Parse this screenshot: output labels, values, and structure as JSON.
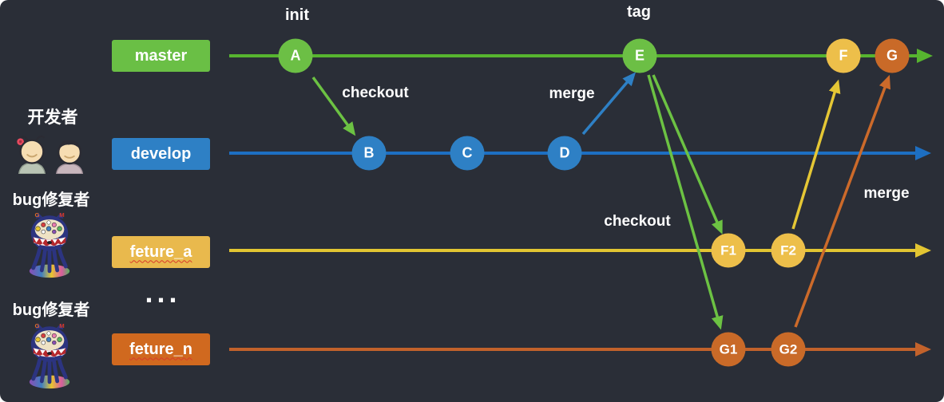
{
  "page": {
    "background": "#2a2e37"
  },
  "actors": {
    "developers": {
      "label": "开发者"
    },
    "bugfixer_a": {
      "label": "bug修复者"
    },
    "bugfixer_n": {
      "label": "bug修复者"
    },
    "ellipsis": "..."
  },
  "icons": {
    "monster_ear_left": "G",
    "monster_ear_right": "M"
  },
  "branches": {
    "master": {
      "label": "master",
      "box_color": "#6abf45",
      "line_color": "#57b42f"
    },
    "develop": {
      "label": "develop",
      "box_color": "#2e80c5",
      "line_color": "#1d6fc2"
    },
    "feture_a": {
      "label": "feture_a",
      "box_color": "#e9b94d",
      "line_color": "#e2c532"
    },
    "feture_n": {
      "label": "feture_n",
      "box_color": "#d0691f",
      "line_color": "#c2622b"
    }
  },
  "commits": {
    "A": {
      "label": "A",
      "color": "#6cbf45"
    },
    "B": {
      "label": "B",
      "color": "#2e80c5"
    },
    "C": {
      "label": "C",
      "color": "#2e80c5"
    },
    "D": {
      "label": "D",
      "color": "#2e80c5"
    },
    "E": {
      "label": "E",
      "color": "#6cbf45"
    },
    "F": {
      "label": "F",
      "color": "#edbf4a"
    },
    "G": {
      "label": "G",
      "color": "#c96a28"
    },
    "F1": {
      "label": "F1",
      "color": "#edbf4a"
    },
    "F2": {
      "label": "F2",
      "color": "#edbf4a"
    },
    "G1": {
      "label": "G1",
      "color": "#c96a28"
    },
    "G2": {
      "label": "G2",
      "color": "#c96a28"
    }
  },
  "annotations": {
    "init": "init",
    "tag": "tag",
    "checkout_top": "checkout",
    "merge_top": "merge",
    "checkout_bottom": "checkout",
    "merge_right": "merge"
  },
  "edges": {
    "checkout_green": "#6cc243",
    "merge_blue": "#2e80c5",
    "merge_yellow": "#e5c735",
    "merge_orange": "#cc6a2a"
  }
}
